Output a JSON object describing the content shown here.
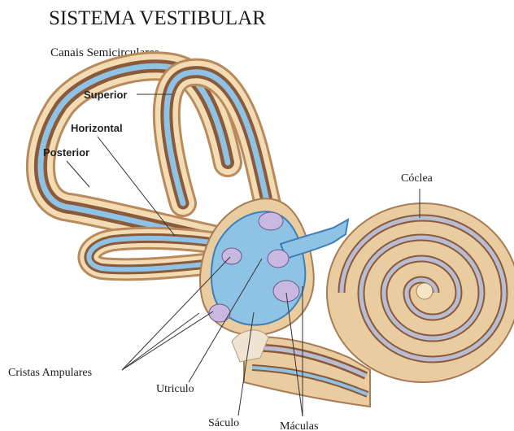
{
  "title": "SISTEMA VESTIBULAR",
  "subtitle": "Canais Semicirculares",
  "labels": {
    "superior": "Superior",
    "horizontal": "Horizontal",
    "posterior": "Posterior",
    "coclea": "Cóclea",
    "cristas": "Cristas Ampulares",
    "utriculo": "Utriculo",
    "saculo": "Sáculo",
    "maculas": "Máculas"
  },
  "colors": {
    "bone_outer": "#f3dcb4",
    "bone_edge": "#b98a5c",
    "membrane_brown": "#8a5a3a",
    "endolymph_blue": "#8fc3e6",
    "endolymph_edge": "#3f7fb5",
    "sensory_purple": "#c9b8e0",
    "cochlea_gray": "#b9bdd3"
  }
}
